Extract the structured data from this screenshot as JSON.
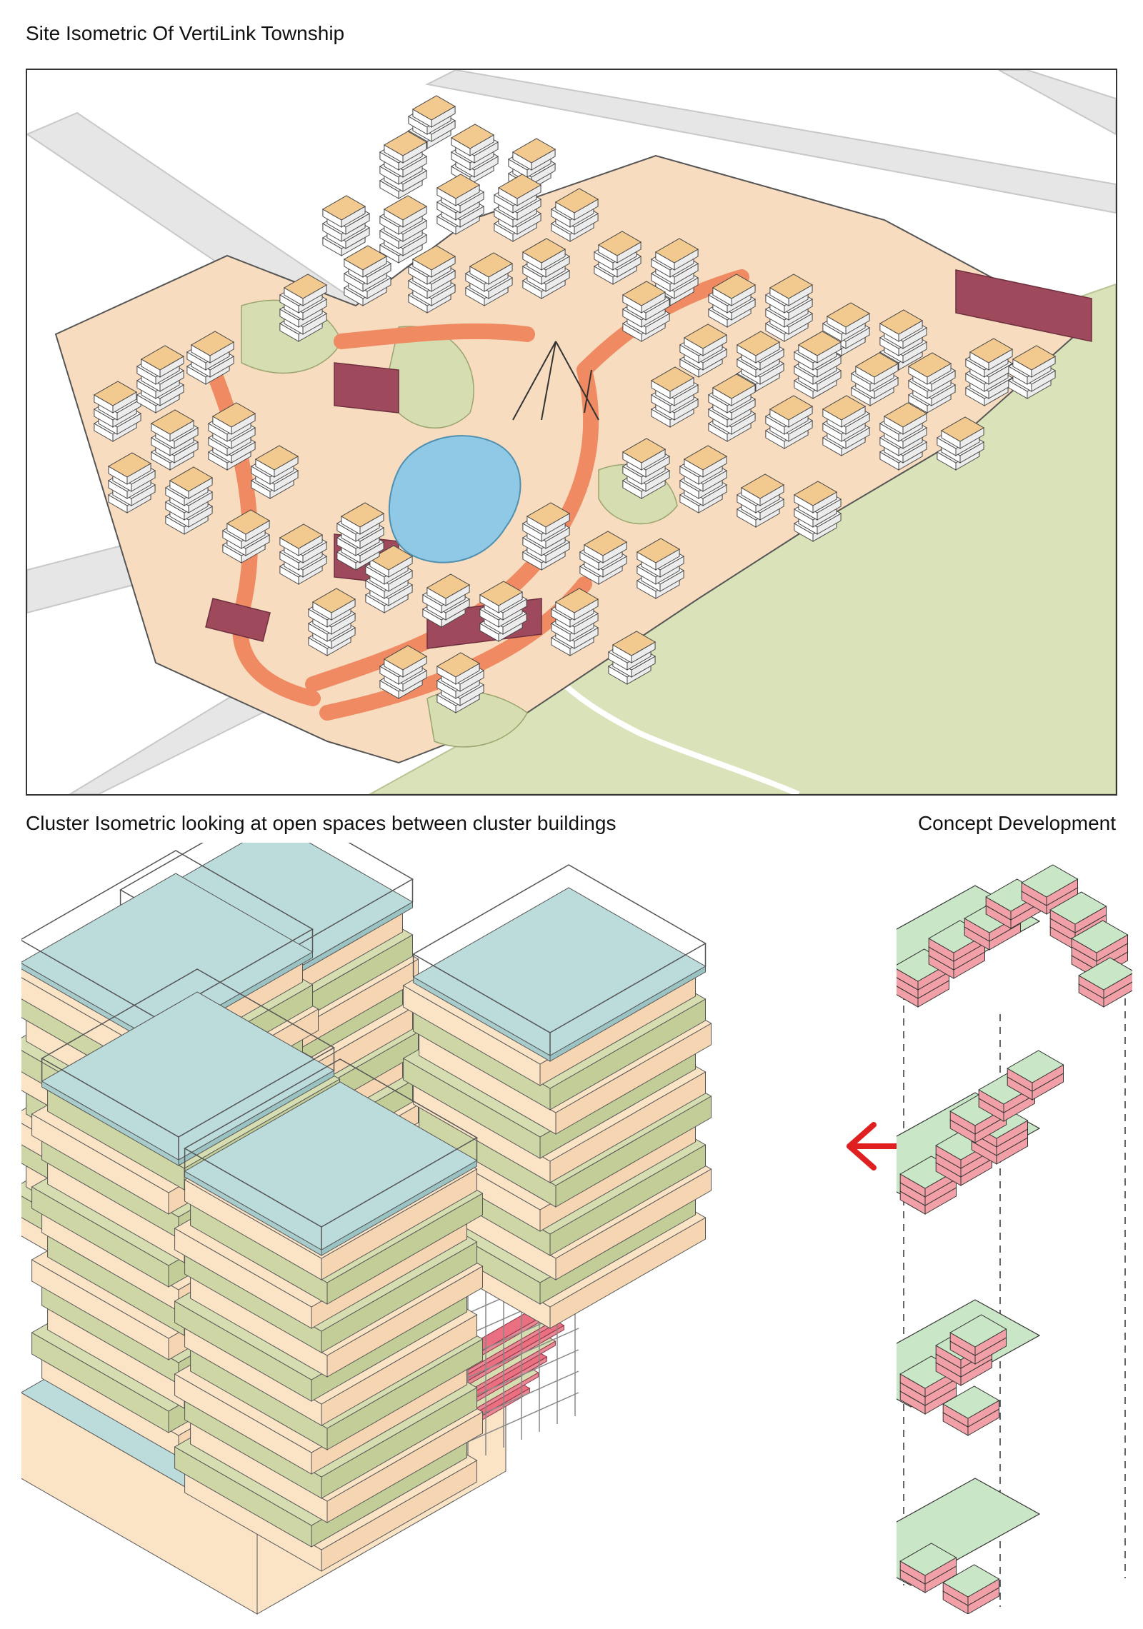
{
  "captions": {
    "site": "Site Isometric Of VertiLink Township",
    "cluster": "Cluster Isometric looking at open spaces between cluster buildings",
    "concept": "Concept Development"
  },
  "colors": {
    "roof_tan": "#f2c98f",
    "facade_peach": "#fbe3c6",
    "terrace_green": "#d6ddb0",
    "glass_blue": "#bcdbdb",
    "road_orange": "#ef8a62",
    "plaza_maroon": "#9e4a5c",
    "pond_blue": "#8fc9e6",
    "lawn_green": "#d9e2b8",
    "concept_green": "#c9e6c7",
    "concept_pink": "#f2a0a7",
    "arrow_red": "#e02020",
    "line": "#333333"
  },
  "icons": {
    "direction_arrow": "left-arrow-icon"
  }
}
